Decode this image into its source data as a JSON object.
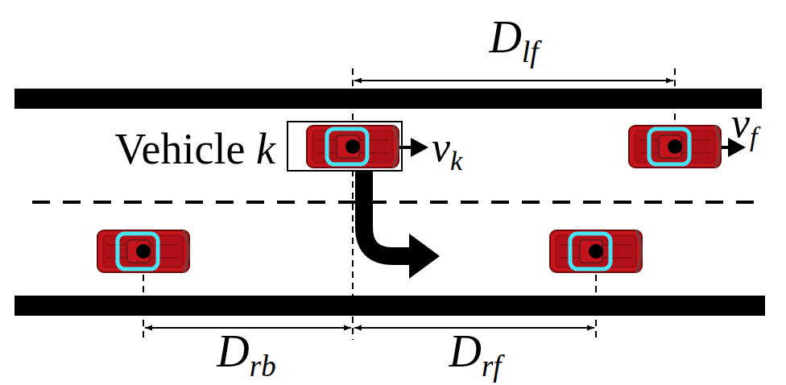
{
  "diagram": {
    "nodes": [
      {
        "text": [
          "Vehicle k"
        ]
      }
    ],
    "labels": [
      "vk",
      "vf",
      "Dlf",
      "Drb",
      "Drf"
    ]
  }
}
